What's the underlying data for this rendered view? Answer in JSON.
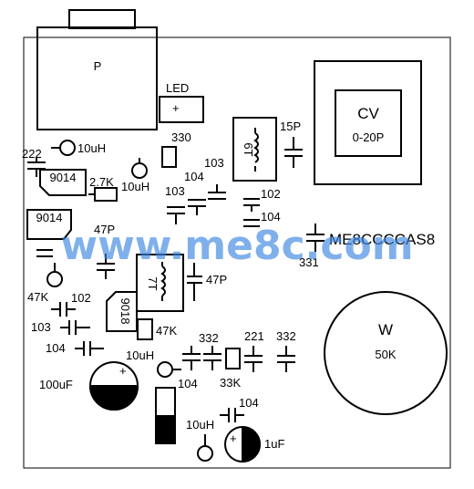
{
  "components": {
    "power": "P",
    "led": "LED",
    "led_plus": "+",
    "cap_330": "330",
    "cap_15p": "15P",
    "coil_upper": "6T",
    "coil_lower": "7T",
    "cv_title": "CV",
    "cv_range": "0-20P",
    "cap_222": "222",
    "inductor_10uh_a": "10uH",
    "transistor_a": "9014",
    "transistor_b": "9014",
    "transistor_c": "9018",
    "inductor_10uh_b": "10uH",
    "resistor_2_7k": "2.7K",
    "cap_104_a": "104",
    "cap_103_a": "103",
    "cap_103_b": "103",
    "cap_102_a": "102",
    "cap_104_b": "104",
    "cap_47p_a": "47P",
    "cap_47p_b": "47P",
    "resistor_47k_a": "47K",
    "cap_102_b": "102",
    "cap_103_c": "103",
    "cap_104_c": "104",
    "resistor_47k_b": "47K",
    "cap_332_a": "332",
    "cap_221": "221",
    "cap_332_b": "332",
    "inductor_10uh_c": "10uH",
    "cap_104_d": "104",
    "resistor_33k": "33K",
    "electrolytic_100uf": "100uF",
    "electrolytic_plus": "+",
    "inductor_10uh_d": "10uH",
    "cap_104_e": "104",
    "electrolytic_1uf": "1uF",
    "electrolytic_1uf_plus": "+",
    "pot_title": "W",
    "pot_value": "50K",
    "cap_331": "331",
    "part_code": "ME8CCCCAS8"
  },
  "watermark": "www.me8c.com"
}
